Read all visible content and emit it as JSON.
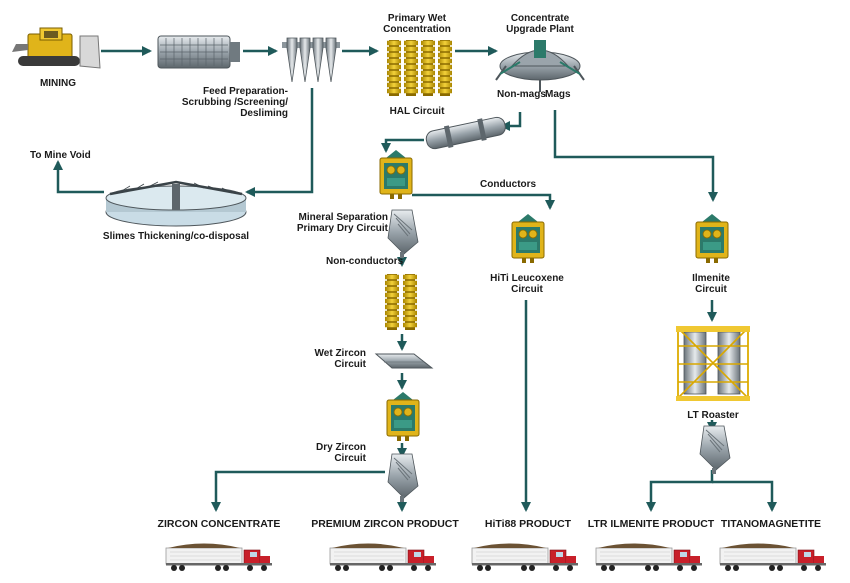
{
  "labels": {
    "mining": "MINING",
    "feed_prep": "Feed Preparation-\nScrubbing /Screening/\nDesliming",
    "primary_wet": "Primary Wet\nConcentration",
    "hal_circuit": "HAL Circuit",
    "concentrate_upgrade": "Concentrate\nUpgrade Plant",
    "non_mags": "Non-mags",
    "mags": "Mags",
    "to_mine_void": "To Mine Void",
    "slimes": "Slimes Thickening/co-disposal",
    "mineral_separation": "Mineral Separation\nPrimary Dry Circuit",
    "conductors": "Conductors",
    "non_conductors": "Non-conductors",
    "wet_zircon": "Wet Zircon\nCircuit",
    "dry_zircon": "Dry Zircon\nCircuit",
    "hiti_leucoxene": "HiTi Leucoxene\nCircuit",
    "ilmenite": "Ilmenite\nCircuit",
    "lt_roaster": "LT Roaster"
  },
  "products": [
    "ZIRCON CONCENTRATE",
    "PREMIUM ZIRCON PRODUCT",
    "HiTi88 PRODUCT",
    "LTR ILMENITE PRODUCT",
    "TITANOMAGNETITE"
  ],
  "colors": {
    "flow_line": "#1f5a5a",
    "spiral": "#d9b200",
    "truck_cab": "#c8202a",
    "separator": "#2c7a6a"
  }
}
